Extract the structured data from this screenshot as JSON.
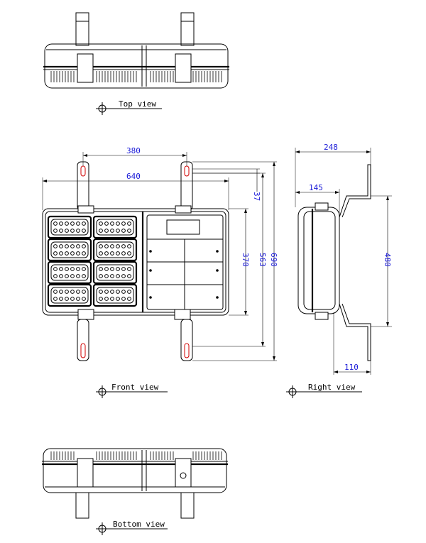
{
  "views": {
    "top": "Top view",
    "front": "Front view",
    "right": "Right view",
    "bottom": "Bottom view"
  },
  "dimensions": {
    "d380": "380",
    "d640": "640",
    "d37": "37",
    "d370": "370",
    "d563": "563",
    "d690": "690",
    "d248": "248",
    "d145": "145",
    "d480": "480",
    "d110": "110"
  },
  "colors": {
    "dimension_text": "#1a1ad8",
    "slot_mark": "#d00000"
  }
}
